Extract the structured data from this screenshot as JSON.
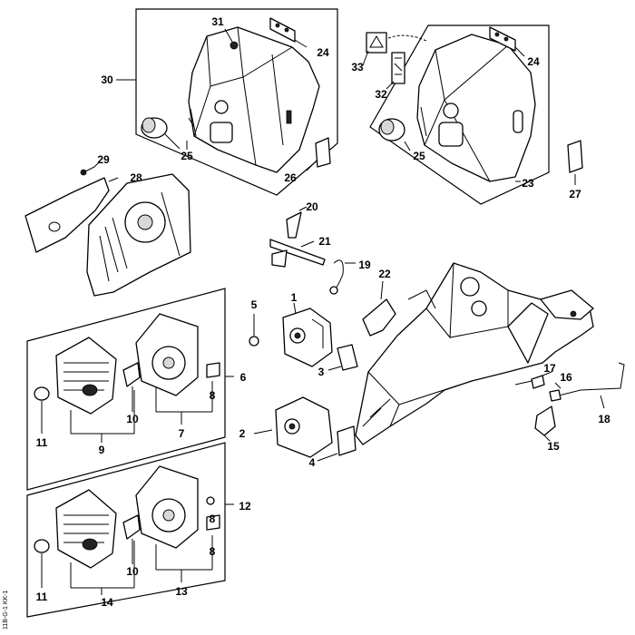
{
  "diagram": {
    "side_code": "11B-G-1 KK-1",
    "callouts": [
      "1",
      "2",
      "3",
      "4",
      "5",
      "6",
      "7",
      "8",
      "8",
      "8",
      "9",
      "10",
      "10",
      "11",
      "11",
      "12",
      "13",
      "14",
      "15",
      "16",
      "17",
      "18",
      "19",
      "20",
      "21",
      "22",
      "23",
      "24",
      "24",
      "25",
      "25",
      "26",
      "27",
      "28",
      "29",
      "30",
      "31",
      "32",
      "33"
    ]
  }
}
